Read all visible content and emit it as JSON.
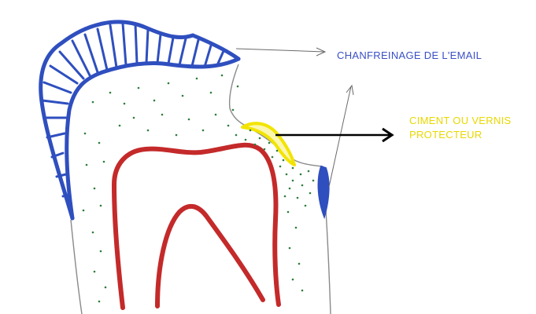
{
  "labels": {
    "enamel_bevel": "CHANFREINAGE DE L'EMAIL",
    "cement_line1": "CIMENT OU VERNIS",
    "cement_line2": "PROTECTEUR"
  },
  "colors": {
    "enamel": "#2f4fbf",
    "pulp": "#c42a2a",
    "dentin_dots": "#2e7d3a",
    "cement": "#f2e400",
    "outline": "#8a8a8a",
    "arrow_black": "#000000",
    "label_blue": "#3a4fc4",
    "label_yellow": "#e8d800"
  }
}
